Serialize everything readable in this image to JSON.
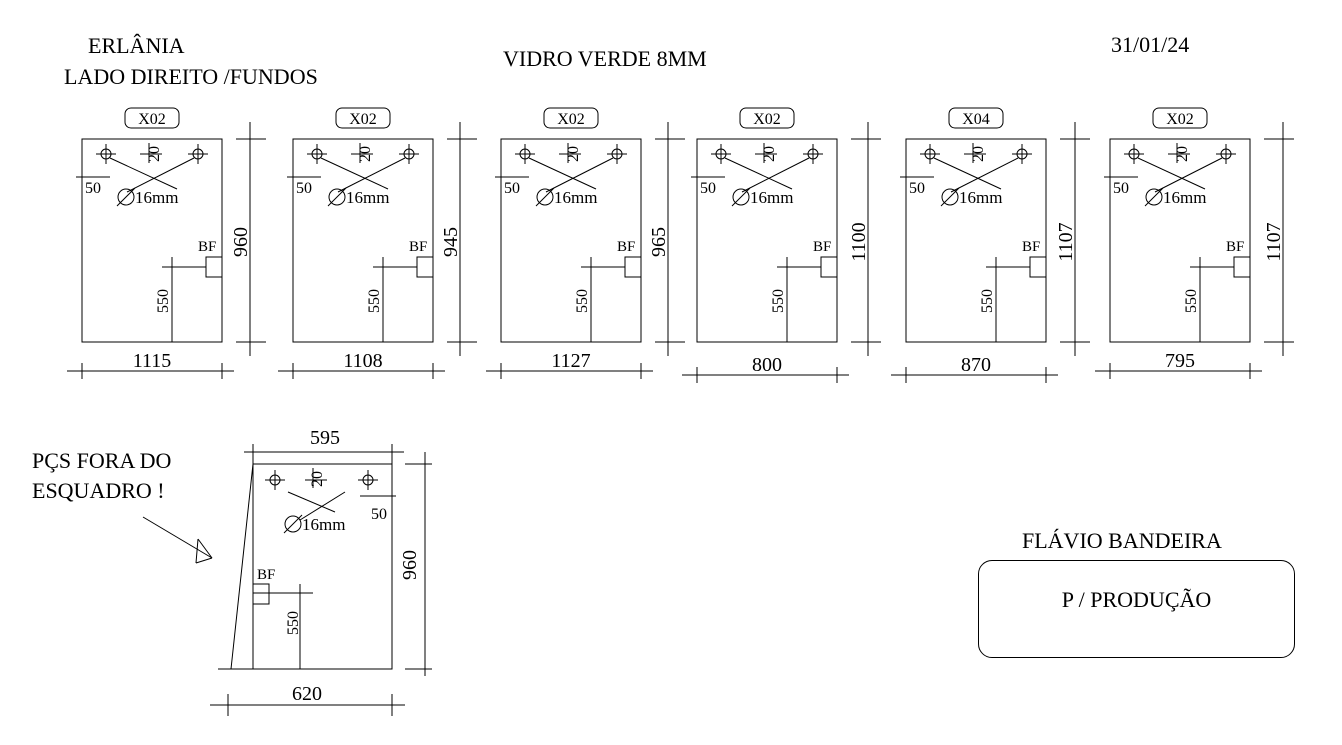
{
  "header": {
    "client": "ERLÂNIA",
    "side": "LADO DIREITO  /FUNDOS",
    "glass_spec": "VIDRO VERDE 8MM",
    "date": "31/01/24"
  },
  "panel_labels": {
    "hole_spacing": "20",
    "hole_offset": "50",
    "hole_diameter": "16mm",
    "lock_label": "BF",
    "lock_height": "550"
  },
  "panels": [
    {
      "qty": "X02",
      "width": "1115",
      "height": "960"
    },
    {
      "qty": "X02",
      "width": "1108",
      "height": "945"
    },
    {
      "qty": "X02",
      "width": "1127",
      "height": "965"
    },
    {
      "qty": "X02",
      "width": "800",
      "height": "1100"
    },
    {
      "qty": "X04",
      "width": "870",
      "height": "1107"
    },
    {
      "qty": "X02",
      "width": "795",
      "height": "1107"
    }
  ],
  "special_panel": {
    "top_width": "595",
    "bottom_width": "620",
    "height": "960"
  },
  "note": {
    "line1": "PÇS FORA DO",
    "line2": "ESQUADRO !"
  },
  "footer": {
    "author": "FLÁVIO BANDEIRA",
    "stamp": "P / PRODUÇÃO"
  }
}
